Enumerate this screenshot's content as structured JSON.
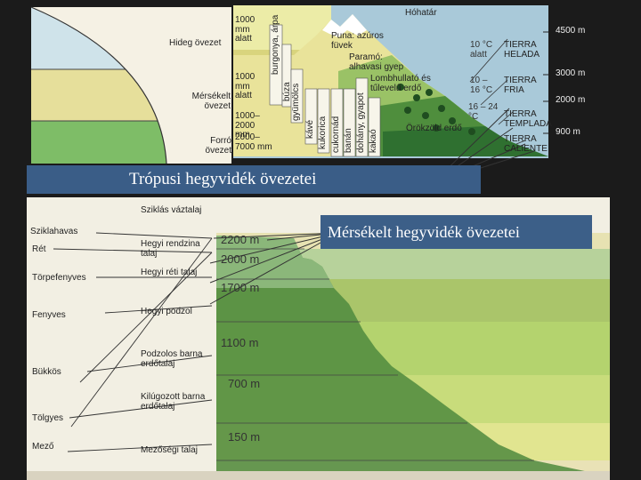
{
  "title_bands": {
    "tropical": "Trópusi hegyvidék övezetei",
    "temperate": "Mérsékelt hegyvidék övezetei"
  },
  "tropical": {
    "zones_left": [
      "Hideg övezet",
      "Mérsékelt övezet",
      "Forró övezet"
    ],
    "elevations": [
      "4500 m",
      "3000 m",
      "2000 m",
      "900 m"
    ],
    "zone_names": [
      "TIERRA HELADA",
      "TIERRA FRIA",
      "TIERRA TEMPLADA",
      "TIERRA CALIENTE"
    ],
    "temps": [
      "10 °C alatt",
      "10 – 16 °C",
      "16 – 24 °C"
    ],
    "precip": [
      "1000 mm alatt",
      "1000 mm alatt",
      "1000–2000 mm",
      "2000–7000 mm"
    ],
    "crops": [
      "burgonya, árpa",
      "búza",
      "gyümölcs",
      "kávé",
      "kukorica",
      "cukornád",
      "banán",
      "dohány, gyapot",
      "kakaó"
    ],
    "vegetation": [
      "Hóhatár",
      "Puna: azúros füvek",
      "Paramó: alhavasi gyep",
      "Lombhullató és tűlevelű erdő",
      "Örökzöld erdő"
    ]
  },
  "temperate": {
    "vegetation": [
      "Sziklahavas",
      "Rét",
      "Törpefenyves",
      "Fenyves",
      "Bükkös",
      "Tölgyes",
      "Mező"
    ],
    "soils": [
      "Sziklás váztalaj",
      "Hegyi rendzina talaj",
      "Hegyi réti talaj",
      "Hegyi podzol",
      "Podzolos barna erdőtalaj",
      "Kilúgozott barna erdőtalaj",
      "Mezőségi talaj"
    ],
    "altitudes": [
      "2200 m",
      "2000 m",
      "1700 m",
      "1100 m",
      "700 m",
      "150 m"
    ]
  },
  "colors": {
    "ribbon": "#3b5f8a",
    "snow": "#ffffff",
    "sky": "#a9c9d9",
    "paper": "#f5f1e4"
  }
}
